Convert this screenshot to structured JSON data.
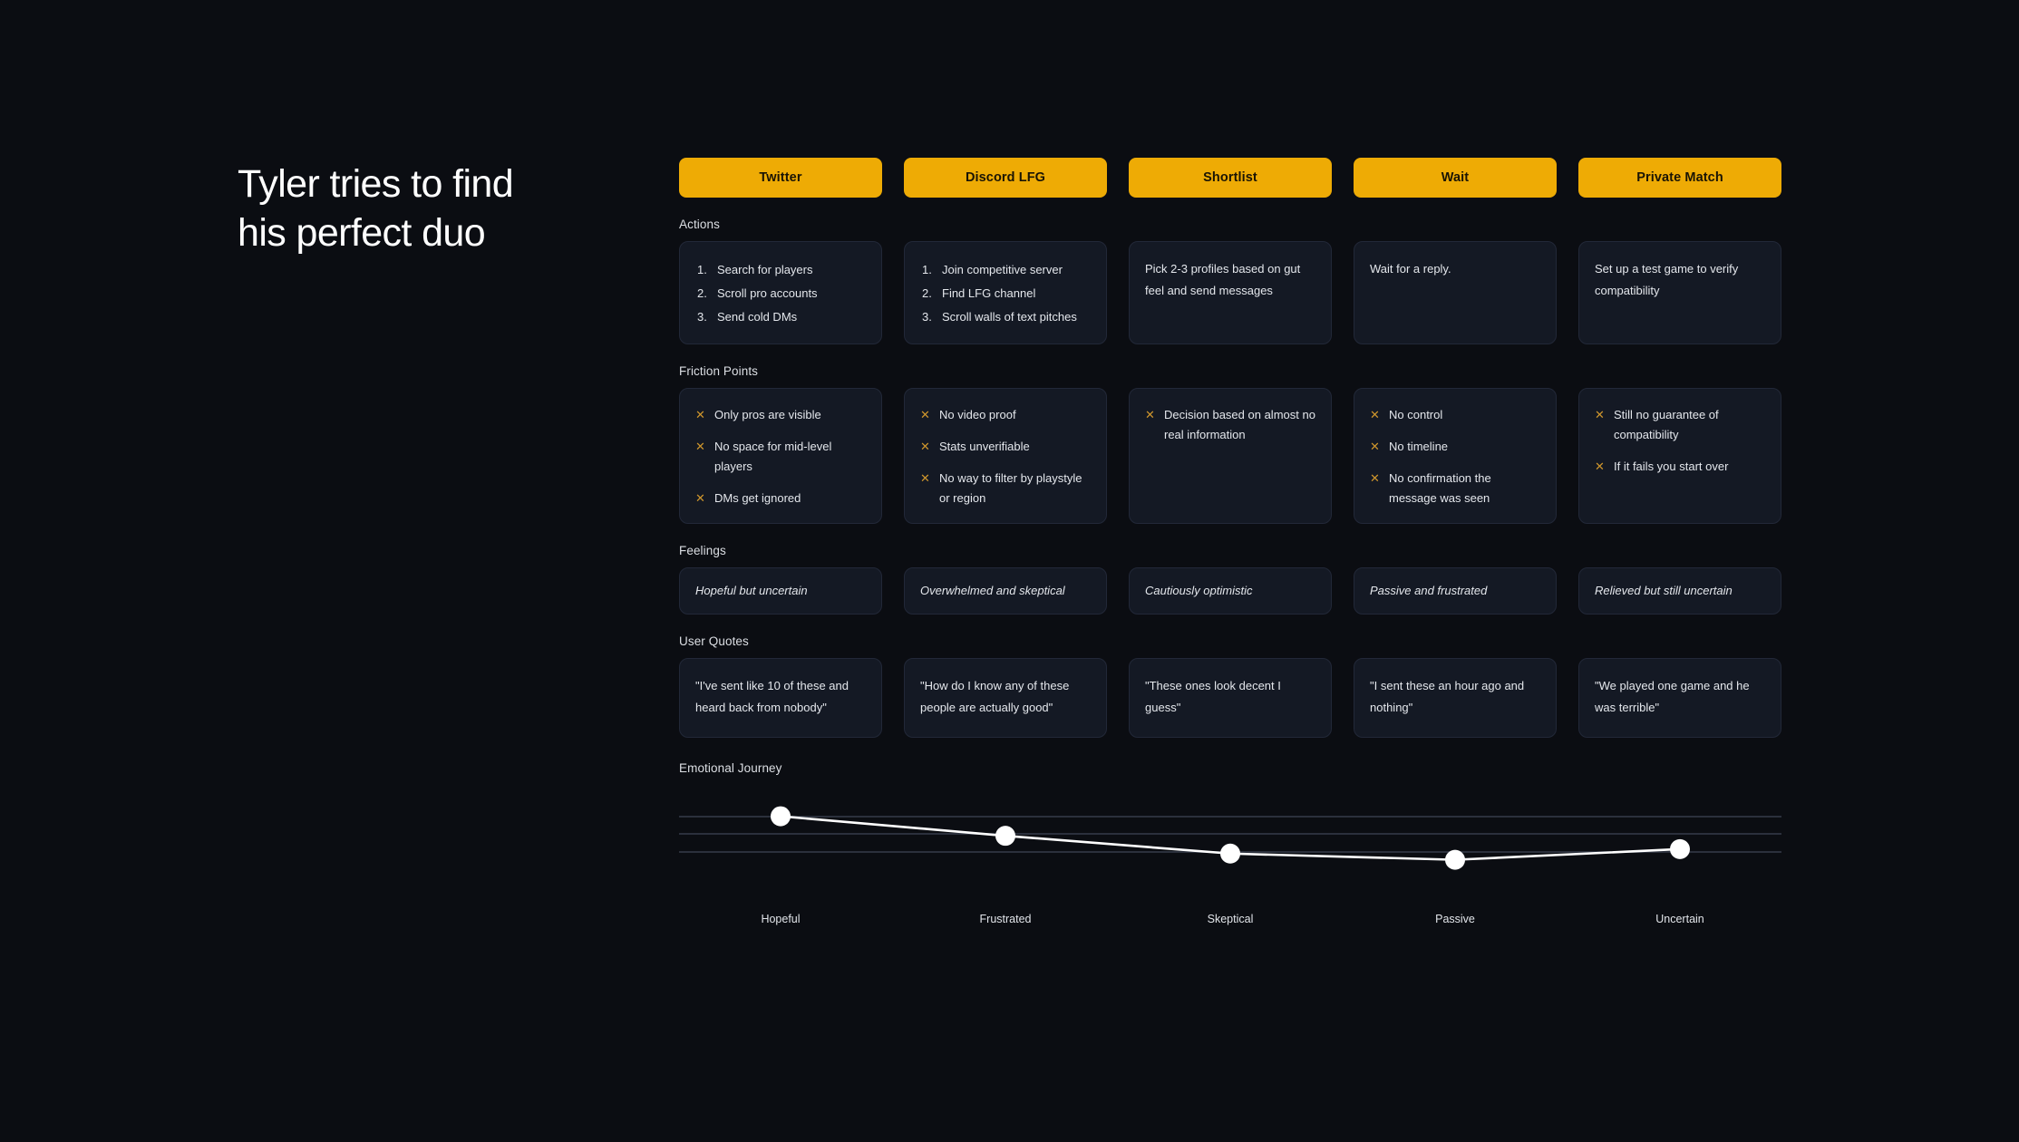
{
  "title": {
    "line1": "Tyler tries to find",
    "line2": "his perfect duo"
  },
  "colors": {
    "page_background": "#0b0d12",
    "card_background": "#141924",
    "card_border": "#222838",
    "stage_accent": "#eeab05",
    "friction_marker": "#cf962c",
    "chart_line": "#ffffff",
    "gridline": "#2b303c"
  },
  "stages": [
    {
      "label": "Twitter"
    },
    {
      "label": "Discord LFG"
    },
    {
      "label": "Shortlist"
    },
    {
      "label": "Wait"
    },
    {
      "label": "Private Match"
    }
  ],
  "sections": {
    "actions": {
      "label": "Actions",
      "cards": [
        {
          "type": "ordered",
          "items": [
            "Search for players",
            "Scroll pro accounts",
            "Send cold DMs"
          ]
        },
        {
          "type": "ordered",
          "items": [
            "Join competitive server",
            "Find LFG channel",
            "Scroll walls of text pitches"
          ]
        },
        {
          "type": "text",
          "text": "Pick 2-3 profiles based on gut feel and send messages"
        },
        {
          "type": "text",
          "text": "Wait for a reply."
        },
        {
          "type": "text",
          "text": "Set up a test game to verify compatibility"
        }
      ]
    },
    "friction": {
      "label": "Friction Points",
      "marker": "✕",
      "cards": [
        {
          "items": [
            "Only pros are visible",
            "No space for mid-level players",
            "DMs get ignored"
          ]
        },
        {
          "items": [
            "No video proof",
            "Stats unverifiable",
            "No way to filter by playstyle or region"
          ]
        },
        {
          "items": [
            "Decision based on almost no real information"
          ]
        },
        {
          "items": [
            "No control",
            "No timeline",
            "No confirmation the message was seen"
          ]
        },
        {
          "items": [
            "Still no guarantee of compatibility",
            "If it fails you start over"
          ]
        }
      ]
    },
    "feelings": {
      "label": "Feelings",
      "cards": [
        {
          "text": "Hopeful but uncertain"
        },
        {
          "text": "Overwhelmed and skeptical"
        },
        {
          "text": "Cautiously optimistic"
        },
        {
          "text": "Passive and frustrated"
        },
        {
          "text": "Relieved but still uncertain"
        }
      ]
    },
    "quotes": {
      "label": "User Quotes",
      "cards": [
        {
          "text": "\"I've sent like 10 of these and heard back from nobody\""
        },
        {
          "text": "\"How do I  know any of these people are actually good\""
        },
        {
          "text": "\"These ones look decent I guess\""
        },
        {
          "text": "\"I sent these an hour ago and nothing\""
        },
        {
          "text": "\"We played one game and he was terrible\""
        }
      ]
    }
  },
  "chart_data": {
    "type": "line",
    "title": "Emotional Journey",
    "categories": [
      "Hopeful",
      "Frustrated",
      "Skeptical",
      "Passive",
      "Uncertain"
    ],
    "values": [
      4.0,
      2.9,
      1.9,
      1.55,
      2.15
    ],
    "ylim": [
      0,
      5
    ],
    "xlabel": "",
    "ylabel": "",
    "grid": true,
    "gridline_values": [
      4,
      3,
      2
    ],
    "legend": "none",
    "marker": "circle",
    "marker_color": "#ffffff",
    "line_color": "#ffffff"
  }
}
